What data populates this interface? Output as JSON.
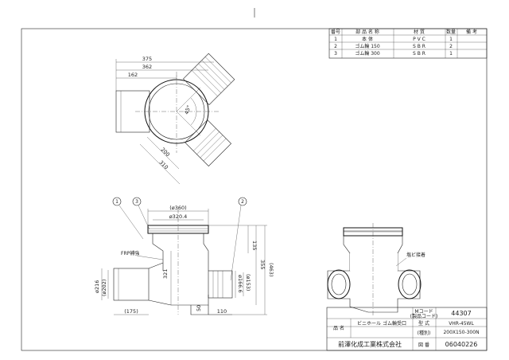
{
  "parts_table": {
    "headers": {
      "no": "番号",
      "name": "部 品 名 称",
      "material": "材 質",
      "qty": "数量",
      "remarks": "備 考"
    },
    "rows": [
      {
        "no": "1",
        "name": "本 体",
        "material": "P V C",
        "qty": "1",
        "remarks": ""
      },
      {
        "no": "2",
        "name": "ゴム輪 150",
        "material": "S B R",
        "qty": "2",
        "remarks": ""
      },
      {
        "no": "3",
        "name": "ゴム輪 300",
        "material": "S B R",
        "qty": "1",
        "remarks": ""
      }
    ]
  },
  "top_view": {
    "dims": {
      "d375": "375",
      "d362": "362",
      "d162": "162",
      "angle": "45°",
      "d200": "200",
      "d310": "310"
    }
  },
  "front_view": {
    "balloons": {
      "b1": "1",
      "b3": "3",
      "b2": "2"
    },
    "dims": {
      "phi360": "(ø360)",
      "phi320": "ø320.4",
      "d135": "135",
      "d355": "355",
      "d463": "(463)",
      "d321": "321",
      "phi166": "ø166.6",
      "phi153": "(ø153)",
      "phi216": "ø216",
      "phi202": "(ø202)",
      "d175": "(175)",
      "d110": "110",
      "d50": "50"
    },
    "frp_label": "FRP補強"
  },
  "section_view": {
    "label": "塩ビ接着"
  },
  "title_block": {
    "mcode_label": "Mコード",
    "mcode_sub": "(製品コード)",
    "mcode_value": "44307",
    "name_label": "品 名",
    "name_value": "ビニホール ゴム輪受口",
    "model_label": "型 式",
    "model_sub": "(種別)",
    "model_value1": "VHR-45WL",
    "model_value2": "200X150-300N",
    "company": "前澤化成工業株式会社",
    "drawing_label": "図 番",
    "drawing_value": "06040226"
  },
  "colors": {
    "line": "#222222",
    "hatch": "#666666"
  }
}
